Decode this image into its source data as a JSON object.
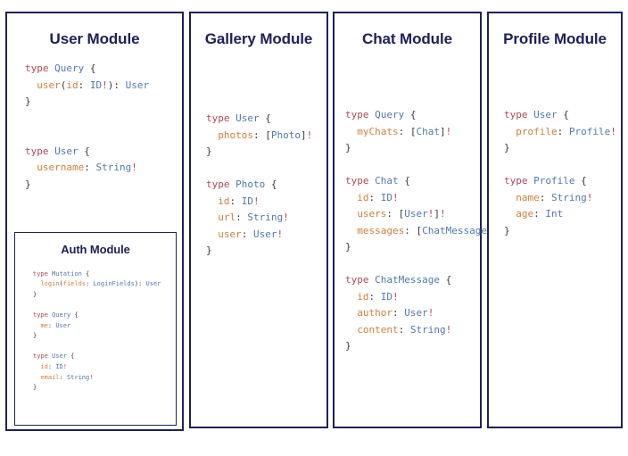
{
  "diagram": {
    "type": "graphql-schema-modules",
    "background_color": "#ffffff",
    "card_border_color": "#1f2158",
    "title_color": "#20205c",
    "syntax_colors": {
      "keyword": "#b2495c",
      "type_name": "#5278b0",
      "field_name": "#d2813c",
      "punctuation": "#3c3c3c",
      "non_null": "#b2495c"
    }
  },
  "modules": [
    {
      "id": "user",
      "title": "User Module",
      "code_lines": [
        [
          {
            "t": "type ",
            "c": "kw"
          },
          {
            "t": "Query",
            "c": "type"
          },
          {
            "t": " {",
            "c": "punc"
          }
        ],
        [
          {
            "t": "  ",
            "c": "punc"
          },
          {
            "t": "user",
            "c": "field"
          },
          {
            "t": "(",
            "c": "punc"
          },
          {
            "t": "id",
            "c": "field"
          },
          {
            "t": ": ",
            "c": "punc"
          },
          {
            "t": "ID",
            "c": "type"
          },
          {
            "t": "!",
            "c": "bang"
          },
          {
            "t": "): ",
            "c": "punc"
          },
          {
            "t": "User",
            "c": "type"
          }
        ],
        [
          {
            "t": "}",
            "c": "punc"
          }
        ],
        [
          {
            "t": "",
            "c": "punc"
          }
        ],
        [
          {
            "t": "",
            "c": "punc"
          }
        ],
        [
          {
            "t": "type ",
            "c": "kw"
          },
          {
            "t": "User",
            "c": "type"
          },
          {
            "t": " {",
            "c": "punc"
          }
        ],
        [
          {
            "t": "  ",
            "c": "punc"
          },
          {
            "t": "username",
            "c": "field"
          },
          {
            "t": ": ",
            "c": "punc"
          },
          {
            "t": "String",
            "c": "type"
          },
          {
            "t": "!",
            "c": "bang"
          }
        ],
        [
          {
            "t": "}",
            "c": "punc"
          }
        ]
      ],
      "nested": {
        "id": "auth",
        "title": "Auth Module",
        "code_lines": [
          [
            {
              "t": "type ",
              "c": "kw"
            },
            {
              "t": "Mutation",
              "c": "type"
            },
            {
              "t": " {",
              "c": "punc"
            }
          ],
          [
            {
              "t": "  ",
              "c": "punc"
            },
            {
              "t": "login",
              "c": "field"
            },
            {
              "t": "(",
              "c": "punc"
            },
            {
              "t": "fields",
              "c": "field"
            },
            {
              "t": ": ",
              "c": "punc"
            },
            {
              "t": "LoginFields",
              "c": "type"
            },
            {
              "t": "): ",
              "c": "punc"
            },
            {
              "t": "User",
              "c": "type"
            }
          ],
          [
            {
              "t": "}",
              "c": "punc"
            }
          ],
          [
            {
              "t": "",
              "c": "punc"
            }
          ],
          [
            {
              "t": "type ",
              "c": "kw"
            },
            {
              "t": "Query",
              "c": "type"
            },
            {
              "t": " {",
              "c": "punc"
            }
          ],
          [
            {
              "t": "  ",
              "c": "punc"
            },
            {
              "t": "me",
              "c": "field"
            },
            {
              "t": ": ",
              "c": "punc"
            },
            {
              "t": "User",
              "c": "type"
            }
          ],
          [
            {
              "t": "}",
              "c": "punc"
            }
          ],
          [
            {
              "t": "",
              "c": "punc"
            }
          ],
          [
            {
              "t": "type ",
              "c": "kw"
            },
            {
              "t": "User",
              "c": "type"
            },
            {
              "t": " {",
              "c": "punc"
            }
          ],
          [
            {
              "t": "  ",
              "c": "punc"
            },
            {
              "t": "id",
              "c": "field"
            },
            {
              "t": ": ",
              "c": "punc"
            },
            {
              "t": "ID",
              "c": "type"
            },
            {
              "t": "!",
              "c": "bang"
            }
          ],
          [
            {
              "t": "  ",
              "c": "punc"
            },
            {
              "t": "email",
              "c": "field"
            },
            {
              "t": ": ",
              "c": "punc"
            },
            {
              "t": "String",
              "c": "type"
            },
            {
              "t": "!",
              "c": "bang"
            }
          ],
          [
            {
              "t": "}",
              "c": "punc"
            }
          ]
        ]
      }
    },
    {
      "id": "gallery",
      "title": "Gallery Module",
      "code_lines": [
        [
          {
            "t": "type ",
            "c": "kw"
          },
          {
            "t": "User",
            "c": "type"
          },
          {
            "t": " {",
            "c": "punc"
          }
        ],
        [
          {
            "t": "  ",
            "c": "punc"
          },
          {
            "t": "photos",
            "c": "field"
          },
          {
            "t": ": [",
            "c": "punc"
          },
          {
            "t": "Photo",
            "c": "type"
          },
          {
            "t": "]",
            "c": "punc"
          },
          {
            "t": "!",
            "c": "bang"
          }
        ],
        [
          {
            "t": "}",
            "c": "punc"
          }
        ],
        [
          {
            "t": "",
            "c": "punc"
          }
        ],
        [
          {
            "t": "type ",
            "c": "kw"
          },
          {
            "t": "Photo",
            "c": "type"
          },
          {
            "t": " {",
            "c": "punc"
          }
        ],
        [
          {
            "t": "  ",
            "c": "punc"
          },
          {
            "t": "id",
            "c": "field"
          },
          {
            "t": ": ",
            "c": "punc"
          },
          {
            "t": "ID",
            "c": "type"
          },
          {
            "t": "!",
            "c": "bang"
          }
        ],
        [
          {
            "t": "  ",
            "c": "punc"
          },
          {
            "t": "url",
            "c": "field"
          },
          {
            "t": ": ",
            "c": "punc"
          },
          {
            "t": "String",
            "c": "type"
          },
          {
            "t": "!",
            "c": "bang"
          }
        ],
        [
          {
            "t": "  ",
            "c": "punc"
          },
          {
            "t": "user",
            "c": "field"
          },
          {
            "t": ": ",
            "c": "punc"
          },
          {
            "t": "User",
            "c": "type"
          },
          {
            "t": "!",
            "c": "bang"
          }
        ],
        [
          {
            "t": "}",
            "c": "punc"
          }
        ]
      ]
    },
    {
      "id": "chat",
      "title": "Chat Module",
      "code_lines": [
        [
          {
            "t": "type ",
            "c": "kw"
          },
          {
            "t": "Query",
            "c": "type"
          },
          {
            "t": " {",
            "c": "punc"
          }
        ],
        [
          {
            "t": "  ",
            "c": "punc"
          },
          {
            "t": "myChats",
            "c": "field"
          },
          {
            "t": ": [",
            "c": "punc"
          },
          {
            "t": "Chat",
            "c": "type"
          },
          {
            "t": "]",
            "c": "punc"
          },
          {
            "t": "!",
            "c": "bang"
          }
        ],
        [
          {
            "t": "}",
            "c": "punc"
          }
        ],
        [
          {
            "t": "",
            "c": "punc"
          }
        ],
        [
          {
            "t": "type ",
            "c": "kw"
          },
          {
            "t": "Chat",
            "c": "type"
          },
          {
            "t": " {",
            "c": "punc"
          }
        ],
        [
          {
            "t": "  ",
            "c": "punc"
          },
          {
            "t": "id",
            "c": "field"
          },
          {
            "t": ": ",
            "c": "punc"
          },
          {
            "t": "ID",
            "c": "type"
          },
          {
            "t": "!",
            "c": "bang"
          }
        ],
        [
          {
            "t": "  ",
            "c": "punc"
          },
          {
            "t": "users",
            "c": "field"
          },
          {
            "t": ": [",
            "c": "punc"
          },
          {
            "t": "User",
            "c": "type"
          },
          {
            "t": "!",
            "c": "bang"
          },
          {
            "t": "]",
            "c": "punc"
          },
          {
            "t": "!",
            "c": "bang"
          }
        ],
        [
          {
            "t": "  ",
            "c": "punc"
          },
          {
            "t": "messages",
            "c": "field"
          },
          {
            "t": ": [",
            "c": "punc"
          },
          {
            "t": "ChatMessage",
            "c": "type"
          },
          {
            "t": "]",
            "c": "punc"
          },
          {
            "t": "!",
            "c": "bang"
          }
        ],
        [
          {
            "t": "}",
            "c": "punc"
          }
        ],
        [
          {
            "t": "",
            "c": "punc"
          }
        ],
        [
          {
            "t": "type ",
            "c": "kw"
          },
          {
            "t": "ChatMessage",
            "c": "type"
          },
          {
            "t": " {",
            "c": "punc"
          }
        ],
        [
          {
            "t": "  ",
            "c": "punc"
          },
          {
            "t": "id",
            "c": "field"
          },
          {
            "t": ": ",
            "c": "punc"
          },
          {
            "t": "ID",
            "c": "type"
          },
          {
            "t": "!",
            "c": "bang"
          }
        ],
        [
          {
            "t": "  ",
            "c": "punc"
          },
          {
            "t": "author",
            "c": "field"
          },
          {
            "t": ": ",
            "c": "punc"
          },
          {
            "t": "User",
            "c": "type"
          },
          {
            "t": "!",
            "c": "bang"
          }
        ],
        [
          {
            "t": "  ",
            "c": "punc"
          },
          {
            "t": "content",
            "c": "field"
          },
          {
            "t": ": ",
            "c": "punc"
          },
          {
            "t": "String",
            "c": "type"
          },
          {
            "t": "!",
            "c": "bang"
          }
        ],
        [
          {
            "t": "}",
            "c": "punc"
          }
        ]
      ]
    },
    {
      "id": "profile",
      "title": "Profile Module",
      "code_lines": [
        [
          {
            "t": "type ",
            "c": "kw"
          },
          {
            "t": "User",
            "c": "type"
          },
          {
            "t": " {",
            "c": "punc"
          }
        ],
        [
          {
            "t": "  ",
            "c": "punc"
          },
          {
            "t": "profile",
            "c": "field"
          },
          {
            "t": ": ",
            "c": "punc"
          },
          {
            "t": "Profile",
            "c": "type"
          },
          {
            "t": "!",
            "c": "bang"
          }
        ],
        [
          {
            "t": "}",
            "c": "punc"
          }
        ],
        [
          {
            "t": "",
            "c": "punc"
          }
        ],
        [
          {
            "t": "type ",
            "c": "kw"
          },
          {
            "t": "Profile",
            "c": "type"
          },
          {
            "t": " {",
            "c": "punc"
          }
        ],
        [
          {
            "t": "  ",
            "c": "punc"
          },
          {
            "t": "name",
            "c": "field"
          },
          {
            "t": ": ",
            "c": "punc"
          },
          {
            "t": "String",
            "c": "type"
          },
          {
            "t": "!",
            "c": "bang"
          }
        ],
        [
          {
            "t": "  ",
            "c": "punc"
          },
          {
            "t": "age",
            "c": "field"
          },
          {
            "t": ": ",
            "c": "punc"
          },
          {
            "t": "Int",
            "c": "type"
          }
        ],
        [
          {
            "t": "}",
            "c": "punc"
          }
        ]
      ]
    }
  ]
}
